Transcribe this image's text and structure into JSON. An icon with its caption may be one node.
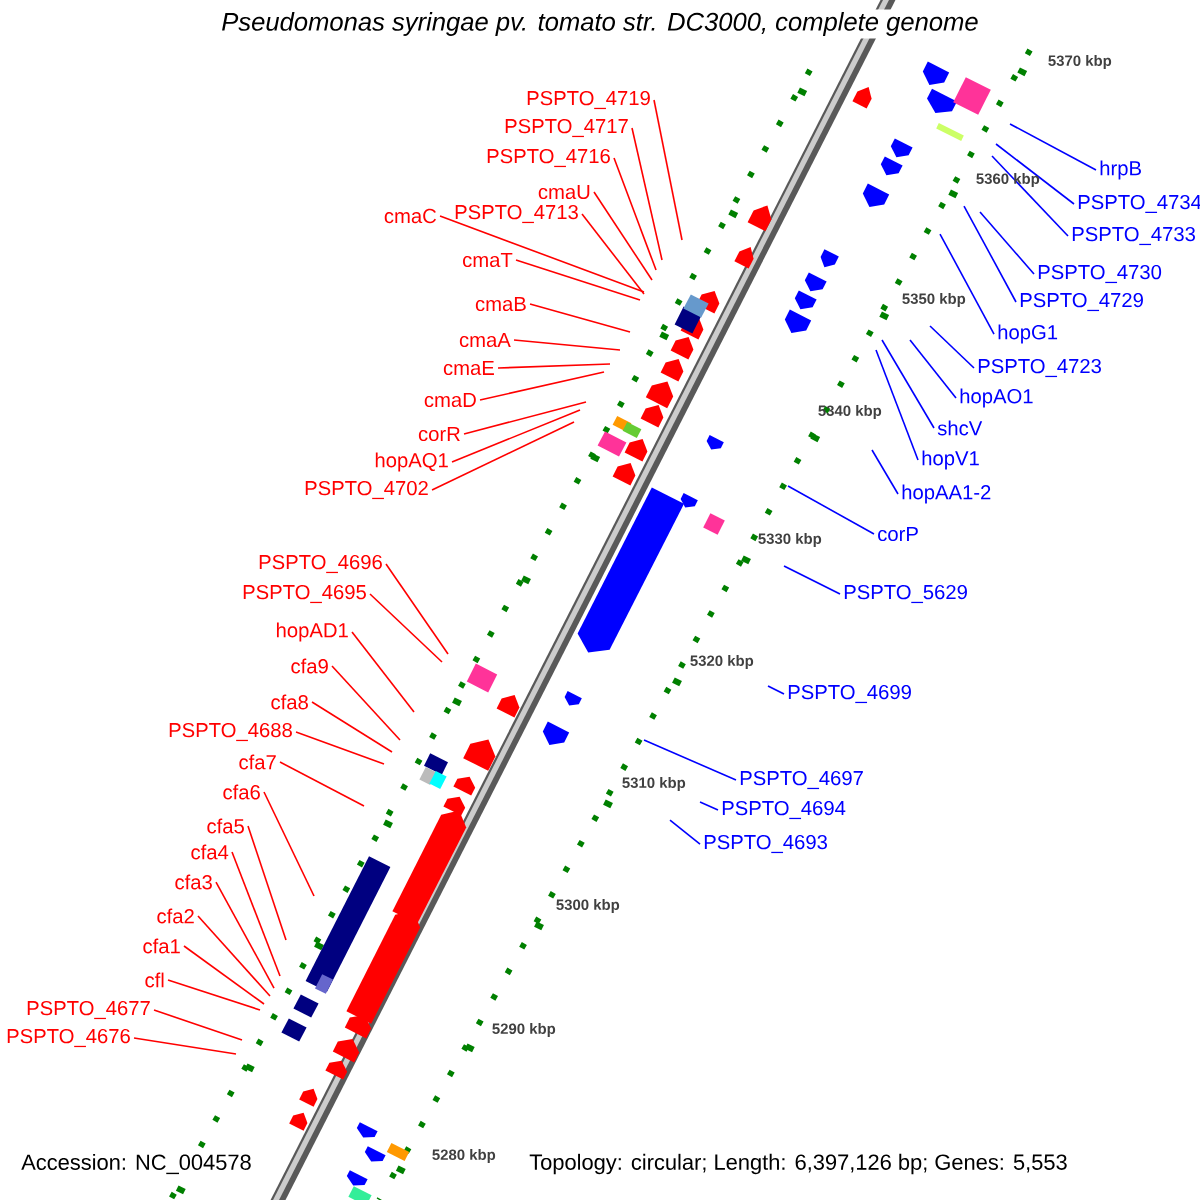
{
  "diagram": {
    "title": "Pseudomonas syringae pv. tomato str. DC3000, complete genome",
    "nodes": [
      {
        "text": [
          "PSPTO_4719"
        ]
      },
      {
        "text": [
          "PSPTO_4717"
        ]
      },
      {
        "text": [
          "PSPTO_4716"
        ]
      },
      {
        "text": [
          "cmaU"
        ]
      },
      {
        "text": [
          "cmaC"
        ]
      },
      {
        "text": [
          "PSPTO_4713"
        ]
      },
      {
        "text": [
          "cmaT"
        ]
      },
      {
        "text": [
          "cmaB"
        ]
      },
      {
        "text": [
          "cmaA"
        ]
      },
      {
        "text": [
          "cmaE"
        ]
      },
      {
        "text": [
          "cmaD"
        ]
      },
      {
        "text": [
          "corR"
        ]
      },
      {
        "text": [
          "hopAQ1"
        ]
      },
      {
        "text": [
          "PSPTO_4702"
        ]
      },
      {
        "text": [
          "PSPTO_4696"
        ]
      },
      {
        "text": [
          "PSPTO_4695"
        ]
      },
      {
        "text": [
          "hopAD1"
        ]
      },
      {
        "text": [
          "cfa9"
        ]
      },
      {
        "text": [
          "cfa8"
        ]
      },
      {
        "text": [
          "PSPTO_4688"
        ]
      },
      {
        "text": [
          "cfa7"
        ]
      },
      {
        "text": [
          "cfa6"
        ]
      },
      {
        "text": [
          "cfa5"
        ]
      },
      {
        "text": [
          "cfa4"
        ]
      },
      {
        "text": [
          "cfa3"
        ]
      },
      {
        "text": [
          "cfa2"
        ]
      },
      {
        "text": [
          "cfa1"
        ]
      },
      {
        "text": [
          "cfl"
        ]
      },
      {
        "text": [
          "PSPTO_4677"
        ]
      },
      {
        "text": [
          "PSPTO_4676"
        ]
      },
      {
        "text": [
          "hrpB"
        ]
      },
      {
        "text": [
          "PSPTO_4734"
        ]
      },
      {
        "text": [
          "PSPTO_4733"
        ]
      },
      {
        "text": [
          "PSPTO_4730"
        ]
      },
      {
        "text": [
          "PSPTO_4729"
        ]
      },
      {
        "text": [
          "hopG1"
        ]
      },
      {
        "text": [
          "PSPTO_4723"
        ]
      },
      {
        "text": [
          "hopAO1"
        ]
      },
      {
        "text": [
          "shcV"
        ]
      },
      {
        "text": [
          "hopV1"
        ]
      },
      {
        "text": [
          "hopAA1-2"
        ]
      },
      {
        "text": [
          "corP"
        ]
      },
      {
        "text": [
          "PSPTO_5629"
        ]
      },
      {
        "text": [
          "PSPTO_4699"
        ]
      },
      {
        "text": [
          "PSPTO_4697"
        ]
      },
      {
        "text": [
          "PSPTO_4694"
        ]
      },
      {
        "text": [
          "PSPTO_4693"
        ]
      }
    ],
    "edges": [
      {
        "from": 0,
        "to": null,
        "arrow": "none",
        "color": "#ff0000"
      },
      {
        "from": 1,
        "to": null,
        "arrow": "none",
        "color": "#ff0000"
      },
      {
        "from": 2,
        "to": null,
        "arrow": "none",
        "color": "#ff0000"
      },
      {
        "from": 3,
        "to": null,
        "arrow": "none",
        "color": "#ff0000"
      },
      {
        "from": 4,
        "to": null,
        "arrow": "none",
        "color": "#ff0000"
      },
      {
        "from": 5,
        "to": null,
        "arrow": "none",
        "color": "#ff0000"
      },
      {
        "from": 6,
        "to": null,
        "arrow": "none",
        "color": "#ff0000"
      },
      {
        "from": 7,
        "to": null,
        "arrow": "none",
        "color": "#ff0000"
      },
      {
        "from": 8,
        "to": null,
        "arrow": "none",
        "color": "#ff0000"
      },
      {
        "from": 9,
        "to": null,
        "arrow": "none",
        "color": "#ff0000"
      },
      {
        "from": 10,
        "to": null,
        "arrow": "none",
        "color": "#ff0000"
      },
      {
        "from": 11,
        "to": null,
        "arrow": "none",
        "color": "#ff0000"
      },
      {
        "from": 12,
        "to": null,
        "arrow": "none",
        "color": "#ff0000"
      },
      {
        "from": 13,
        "to": null,
        "arrow": "none",
        "color": "#ff0000"
      },
      {
        "from": 14,
        "to": null,
        "arrow": "none",
        "color": "#ff0000"
      },
      {
        "from": 15,
        "to": null,
        "arrow": "none",
        "color": "#ff0000"
      },
      {
        "from": 16,
        "to": null,
        "arrow": "none",
        "color": "#ff0000"
      },
      {
        "from": 17,
        "to": null,
        "arrow": "none",
        "color": "#ff0000"
      },
      {
        "from": 18,
        "to": null,
        "arrow": "none",
        "color": "#ff0000"
      },
      {
        "from": 19,
        "to": null,
        "arrow": "none",
        "color": "#ff0000"
      },
      {
        "from": 20,
        "to": null,
        "arrow": "none",
        "color": "#ff0000"
      },
      {
        "from": 21,
        "to": null,
        "arrow": "none",
        "color": "#ff0000"
      },
      {
        "from": 22,
        "to": null,
        "arrow": "none",
        "color": "#ff0000"
      },
      {
        "from": 23,
        "to": null,
        "arrow": "none",
        "color": "#ff0000"
      },
      {
        "from": 24,
        "to": null,
        "arrow": "none",
        "color": "#ff0000"
      },
      {
        "from": 25,
        "to": null,
        "arrow": "none",
        "color": "#ff0000"
      },
      {
        "from": 26,
        "to": null,
        "arrow": "none",
        "color": "#ff0000"
      },
      {
        "from": 27,
        "to": null,
        "arrow": "none",
        "color": "#ff0000"
      },
      {
        "from": 28,
        "to": null,
        "arrow": "none",
        "color": "#ff0000"
      },
      {
        "from": 29,
        "to": null,
        "arrow": "none",
        "color": "#ff0000"
      },
      {
        "from": 30,
        "to": null,
        "arrow": "none",
        "color": "#0000ff"
      },
      {
        "from": 31,
        "to": null,
        "arrow": "none",
        "color": "#0000ff"
      },
      {
        "from": 32,
        "to": null,
        "arrow": "none",
        "color": "#0000ff"
      },
      {
        "from": 33,
        "to": null,
        "arrow": "none",
        "color": "#0000ff"
      },
      {
        "from": 34,
        "to": null,
        "arrow": "none",
        "color": "#0000ff"
      },
      {
        "from": 35,
        "to": null,
        "arrow": "none",
        "color": "#0000ff"
      },
      {
        "from": 36,
        "to": null,
        "arrow": "none",
        "color": "#0000ff"
      },
      {
        "from": 37,
        "to": null,
        "arrow": "none",
        "color": "#0000ff"
      },
      {
        "from": 38,
        "to": null,
        "arrow": "none",
        "color": "#0000ff"
      },
      {
        "from": 39,
        "to": null,
        "arrow": "none",
        "color": "#0000ff"
      },
      {
        "from": 40,
        "to": null,
        "arrow": "none",
        "color": "#0000ff"
      },
      {
        "from": 41,
        "to": null,
        "arrow": "none",
        "color": "#0000ff"
      },
      {
        "from": 42,
        "to": null,
        "arrow": "none",
        "color": "#0000ff"
      },
      {
        "from": 43,
        "to": null,
        "arrow": "none",
        "color": "#0000ff"
      },
      {
        "from": 44,
        "to": null,
        "arrow": "none",
        "color": "#0000ff"
      },
      {
        "from": 45,
        "to": null,
        "arrow": "none",
        "color": "#0000ff"
      },
      {
        "from": 46,
        "to": null,
        "arrow": "none",
        "color": "#0000ff"
      }
    ],
    "labels": [
      "5370 kbp",
      "5360 kbp",
      "5350 kbp",
      "5340 kbp",
      "5330 kbp",
      "5320 kbp",
      "5310 kbp",
      "5300 kbp",
      "5290 kbp",
      "5280 kbp",
      "Accession: NC_004578",
      "Topology: circular; Length: 6,397,126 bp; Genes: 5,553"
    ]
  }
}
